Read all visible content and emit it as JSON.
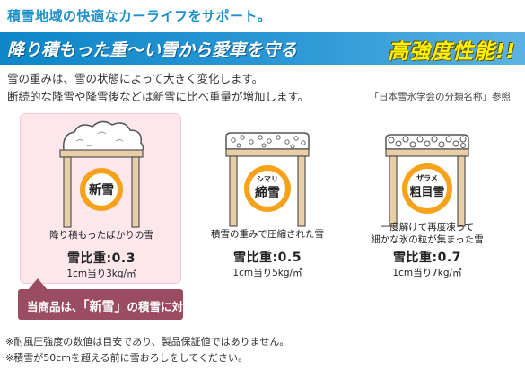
{
  "header": {
    "subtitle": "積雪地域の快適なカーライフをサポート。",
    "banner_left": "降り積もった重〜い雪から愛車を守る",
    "banner_right": "高強度性能!!"
  },
  "intro": {
    "line1": "雪の重みは、雪の状態によって大きく変化します。",
    "line2": "断続的な降雪や降雪後などは新雪に比べ重量が増加します。",
    "reference": "「日本雪氷学会の分類名称」参照"
  },
  "snow_types": [
    {
      "ruby": "",
      "name": "新雪",
      "description_lines": [
        "降り積もったばかりの雪"
      ],
      "ratio": "雪比重:0.3",
      "unit": "1cm当り3kg/㎡",
      "highlighted": true
    },
    {
      "ruby": "シマリ",
      "name": "締雪",
      "description_lines": [
        "積雪の重みで圧縮された雪"
      ],
      "ratio": "雪比重:0.5",
      "unit": "1cm当り5kg/㎡",
      "highlighted": false
    },
    {
      "ruby": "ザラメ",
      "name": "粗目雪",
      "description_lines": [
        "一度解けて再度凍って",
        "細かな氷の粒が集まった雪"
      ],
      "ratio": "雪比重:0.7",
      "unit": "1cm当り7kg/㎡",
      "highlighted": false
    }
  ],
  "product_note": {
    "prefix": "当商品は、",
    "emphasis": "「新雪」",
    "suffix": "の積雪に対応"
  },
  "footnotes": [
    "※耐風圧強度の数値は目安であり、製品保証値ではありません。",
    "※積雪が50cmを超える前に雪おろしをしてください。"
  ],
  "colors": {
    "accent_blue": "#1f8fc7",
    "banner_yellow": "#fff200",
    "badge_orange": "#f7a21b",
    "product_note_bg": "#9a4c62",
    "highlight_bg": "#fbe7ec"
  }
}
